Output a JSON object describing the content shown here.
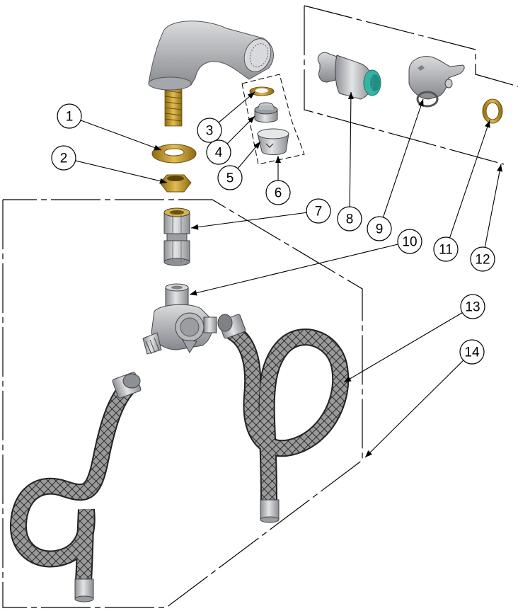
{
  "callouts": [
    {
      "id": "1",
      "label": "1"
    },
    {
      "id": "2",
      "label": "2"
    },
    {
      "id": "3",
      "label": "3"
    },
    {
      "id": "4",
      "label": "4"
    },
    {
      "id": "5",
      "label": "5"
    },
    {
      "id": "6",
      "label": "6"
    },
    {
      "id": "7",
      "label": "7"
    },
    {
      "id": "8",
      "label": "8"
    },
    {
      "id": "9",
      "label": "9"
    },
    {
      "id": "10",
      "label": "10"
    },
    {
      "id": "11",
      "label": "11"
    },
    {
      "id": "12",
      "label": "12"
    },
    {
      "id": "13",
      "label": "13"
    },
    {
      "id": "14",
      "label": "14"
    }
  ],
  "parts": [
    {
      "id": "spout",
      "icon": "faucet-spout-icon"
    },
    {
      "id": "washer",
      "icon": "brass-washer-icon"
    },
    {
      "id": "locknut",
      "icon": "hex-locknut-icon"
    },
    {
      "id": "small-washer",
      "icon": "small-washer-icon"
    },
    {
      "id": "aerator-insert",
      "icon": "aerator-insert-icon"
    },
    {
      "id": "aerator-housing",
      "icon": "aerator-housing-icon"
    },
    {
      "id": "coupling",
      "icon": "coupling-icon"
    },
    {
      "id": "cartridge",
      "icon": "cartridge-icon"
    },
    {
      "id": "handle",
      "icon": "lever-handle-icon"
    },
    {
      "id": "mixing-valve",
      "icon": "mixing-valve-icon"
    },
    {
      "id": "ring",
      "icon": "brass-ring-icon"
    },
    {
      "id": "hose-right",
      "icon": "braided-hose-icon"
    },
    {
      "id": "hose-left",
      "icon": "braided-hose-icon"
    }
  ],
  "colors": {
    "metal": "#b7b9bd",
    "metal_dark": "#7e8186",
    "brass": "#c9a23a",
    "brass_dark": "#8c6a12",
    "teal": "#2fb7a6",
    "hose": "#5a5a5a"
  }
}
